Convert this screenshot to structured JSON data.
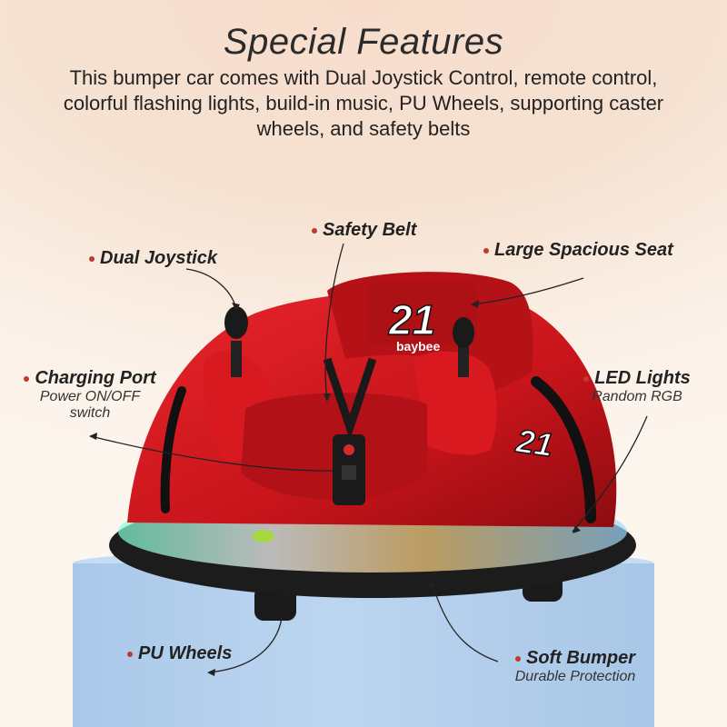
{
  "header": {
    "title": "Special Features",
    "subtitle": "This bumper car comes with Dual Joystick Control, remote control, colorful flashing lights, build-in music, PU Wheels, supporting caster wheels, and safety belts"
  },
  "car": {
    "number": "21",
    "brand": "baybee",
    "body_color": "#c8141b",
    "bumper_color": "#1c1c1c"
  },
  "features": {
    "dual_joystick": {
      "title": "Dual Joystick"
    },
    "safety_belt": {
      "title": "Safety Belt"
    },
    "large_seat": {
      "title": "Large Spacious Seat"
    },
    "charging_port": {
      "title": "Charging Port",
      "sub1": "Power ON/OFF",
      "sub2": "switch"
    },
    "led_lights": {
      "title": "LED Lights",
      "sub": "Random RGB"
    },
    "pu_wheels": {
      "title": "PU Wheels"
    },
    "soft_bumper": {
      "title": "Soft Bumper",
      "sub": "Durable Protection"
    }
  },
  "colors": {
    "dot": "#c0392b",
    "podium": "#b3cfec"
  }
}
